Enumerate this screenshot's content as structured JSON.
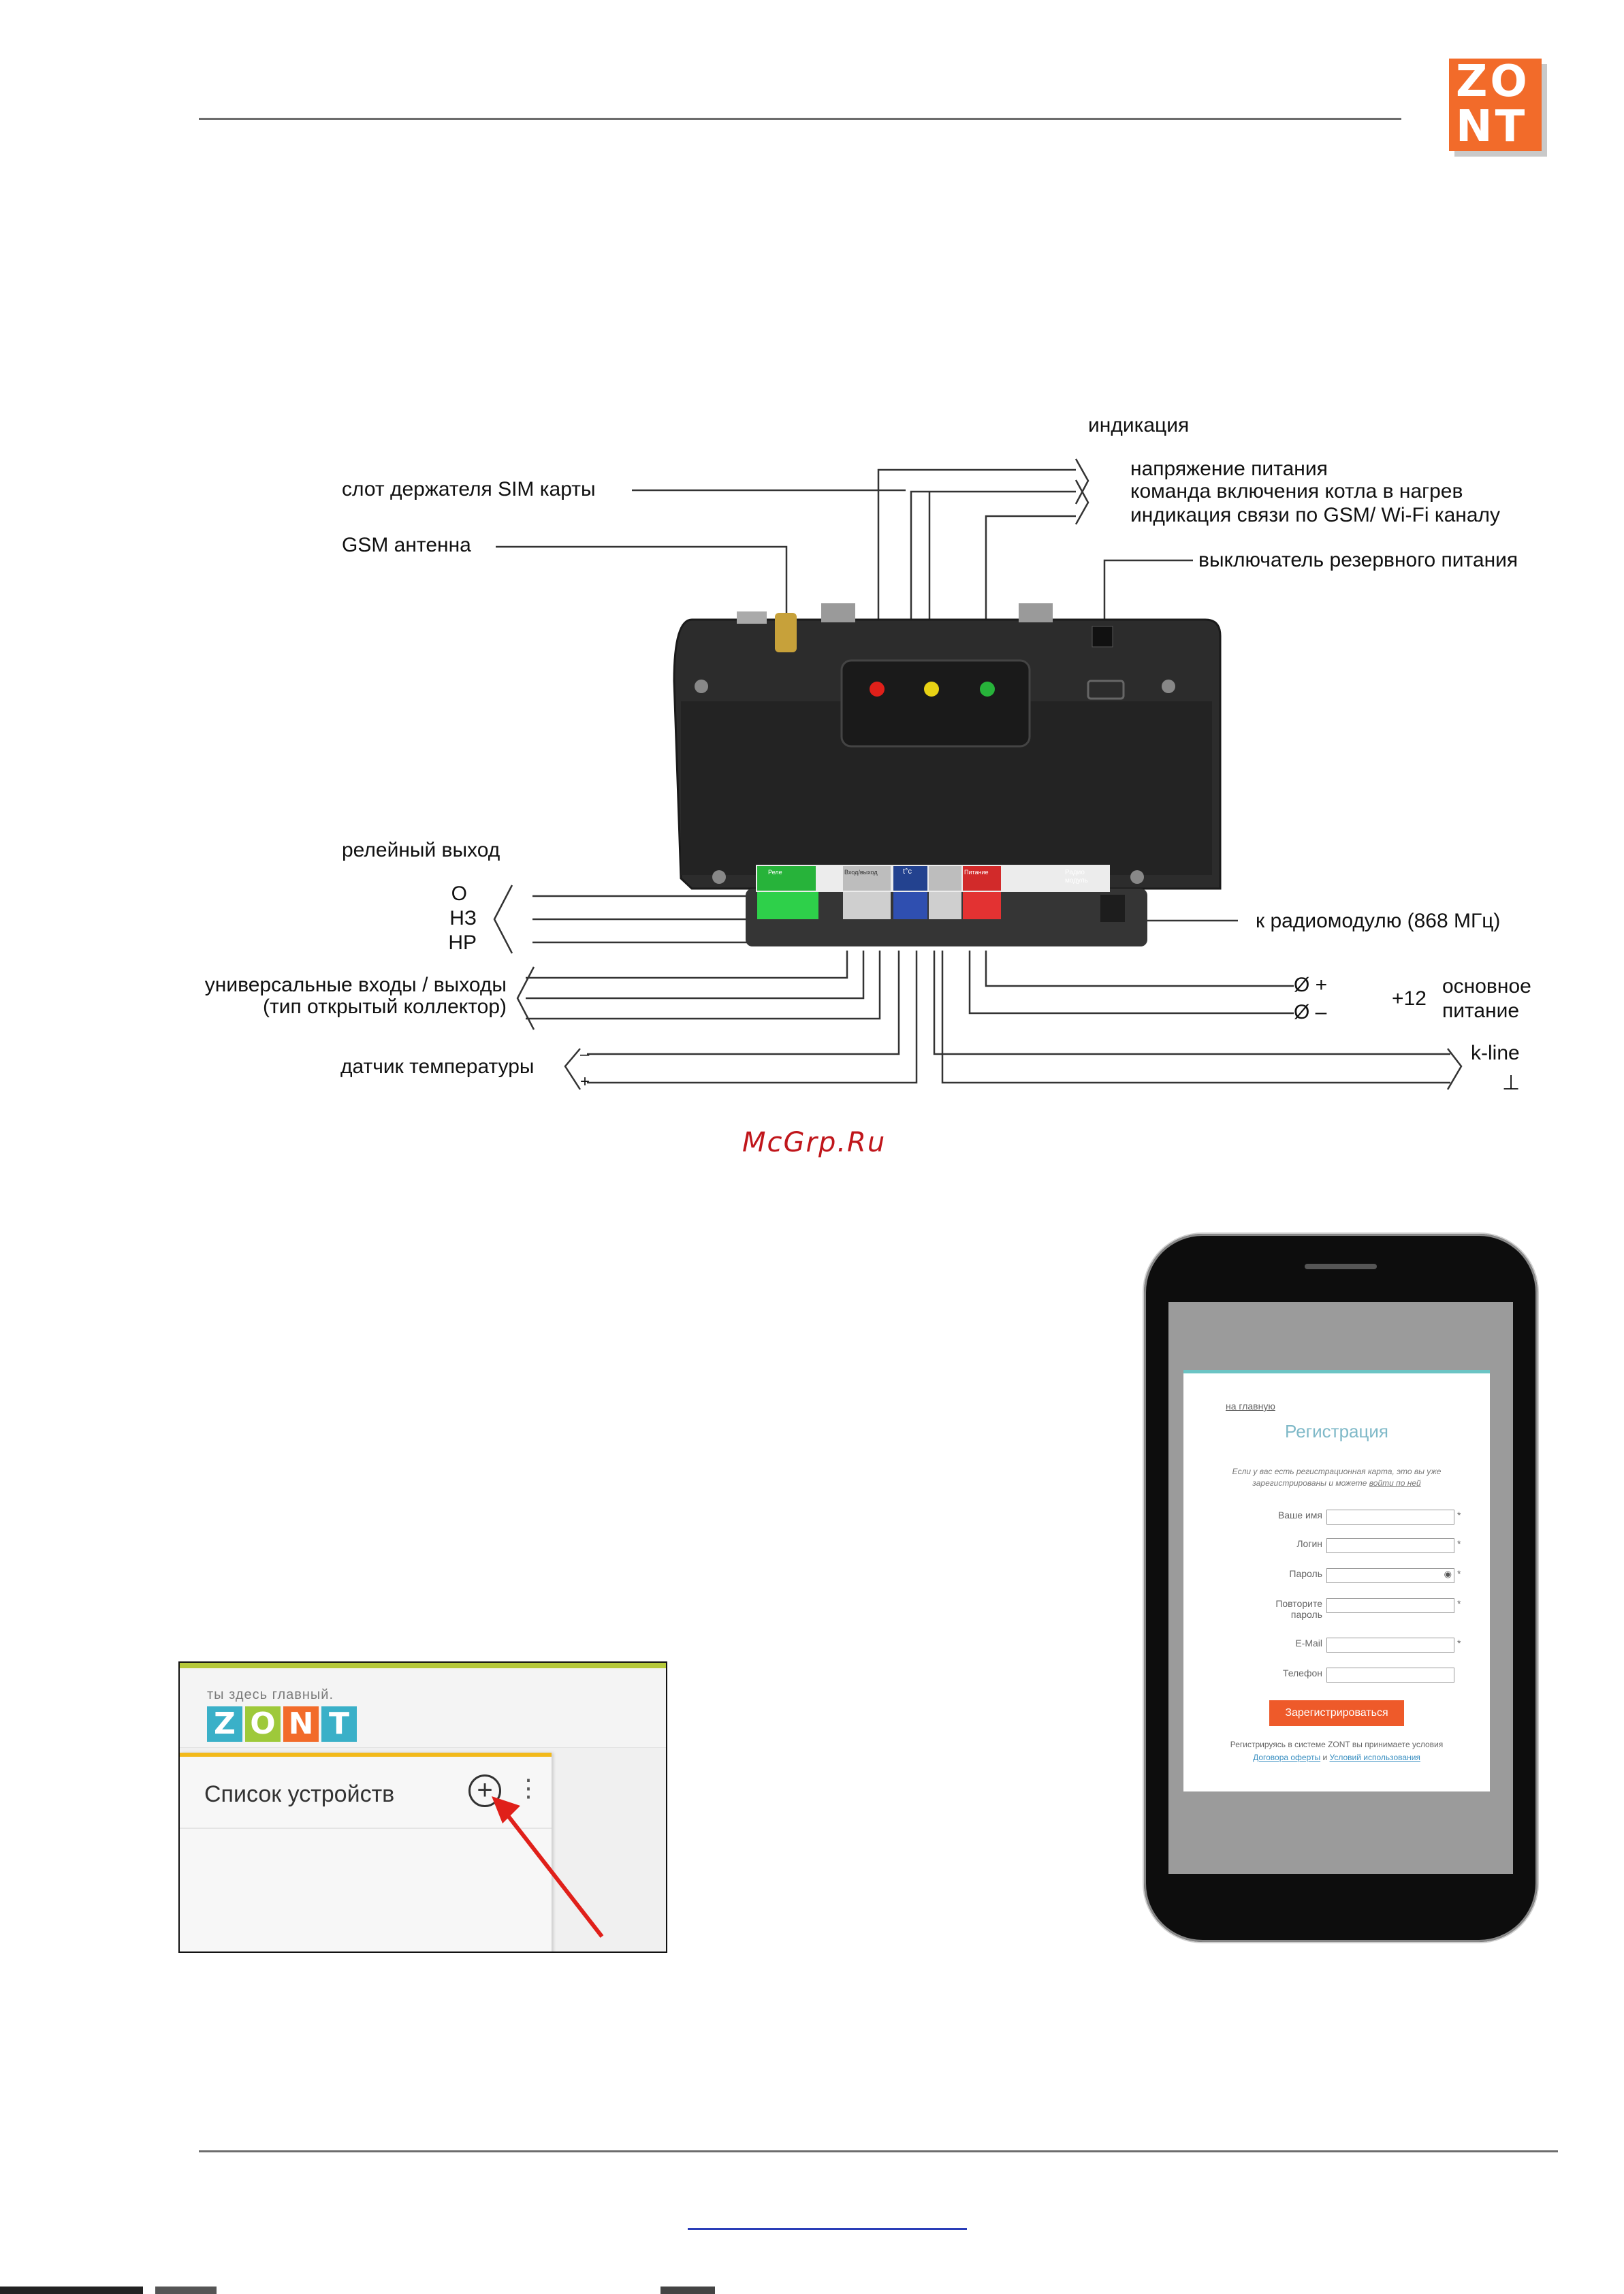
{
  "logo": {
    "line1": "ZO",
    "line2": "NT",
    "color": "#f26b2a"
  },
  "diagram": {
    "labels": {
      "indication": "индикация",
      "power_voltage": "напряжение питания",
      "boiler_command": "команда включения котла в нагрев",
      "gsm_wifi": "индикация связи по GSM/ Wi-Fi каналу",
      "sim_slot": "слот держателя SIM карты",
      "gsm_antenna": "GSM антенна",
      "backup_switch": "выключатель резервного питания",
      "relay_output": "релейный выход",
      "relay_o": "О",
      "relay_nz": "НЗ",
      "relay_nr": "НР",
      "universal_io": "универсальные входы / выходы",
      "open_collector": "(тип открытый коллектор)",
      "temp_sensor": "датчик температуры",
      "minus": "–",
      "plus": "+",
      "radio_module": "к радиомодулю (868 МГц)",
      "supply_plus": "Ø +",
      "supply_minus": "Ø –",
      "plus12": "+12",
      "main": "основное",
      "power": "питание",
      "kline": "k-line",
      "ground": "⊥"
    },
    "terminal_labels": [
      "Реле",
      "Вход/выход",
      "t°с",
      "Питание",
      "Радио модуль"
    ],
    "led_colors": [
      "#e0201a",
      "#e8d214",
      "#27b33a"
    ]
  },
  "watermark": "McGrp.Ru",
  "app_screenshot": {
    "tagline": "ты здесь главный.",
    "brand_letters": [
      "Z",
      "O",
      "N",
      "T"
    ],
    "brand_colors": [
      "#3ab0c8",
      "#9ec93a",
      "#f26b2a",
      "#3ab0c8"
    ],
    "device_list_title": "Список устройств",
    "add_icon": "plus-circle-icon",
    "menu_icon": "more-vertical-icon"
  },
  "phone": {
    "back_link": "на главную",
    "title": "Регистрация",
    "note_prefix": "Если у вас есть регистрационная карта, это вы уже зарегистрированы и можете",
    "note_link": "войти по ней",
    "fields": [
      {
        "label": "Ваше имя",
        "required": "*"
      },
      {
        "label": "Логин",
        "required": "*"
      },
      {
        "label": "Пароль",
        "required": "*"
      },
      {
        "label": "Повторите пароль",
        "required": "*"
      },
      {
        "label": "E-Mail",
        "required": "*"
      },
      {
        "label": "Телефон",
        "required": ""
      }
    ],
    "submit_label": "Зарегистрироваться",
    "footer_text": "Регистрируясь в системе ZONT вы принимаете условия",
    "footer_link1": "Договора оферты",
    "footer_and": "и",
    "footer_link2": "Условий использования"
  }
}
